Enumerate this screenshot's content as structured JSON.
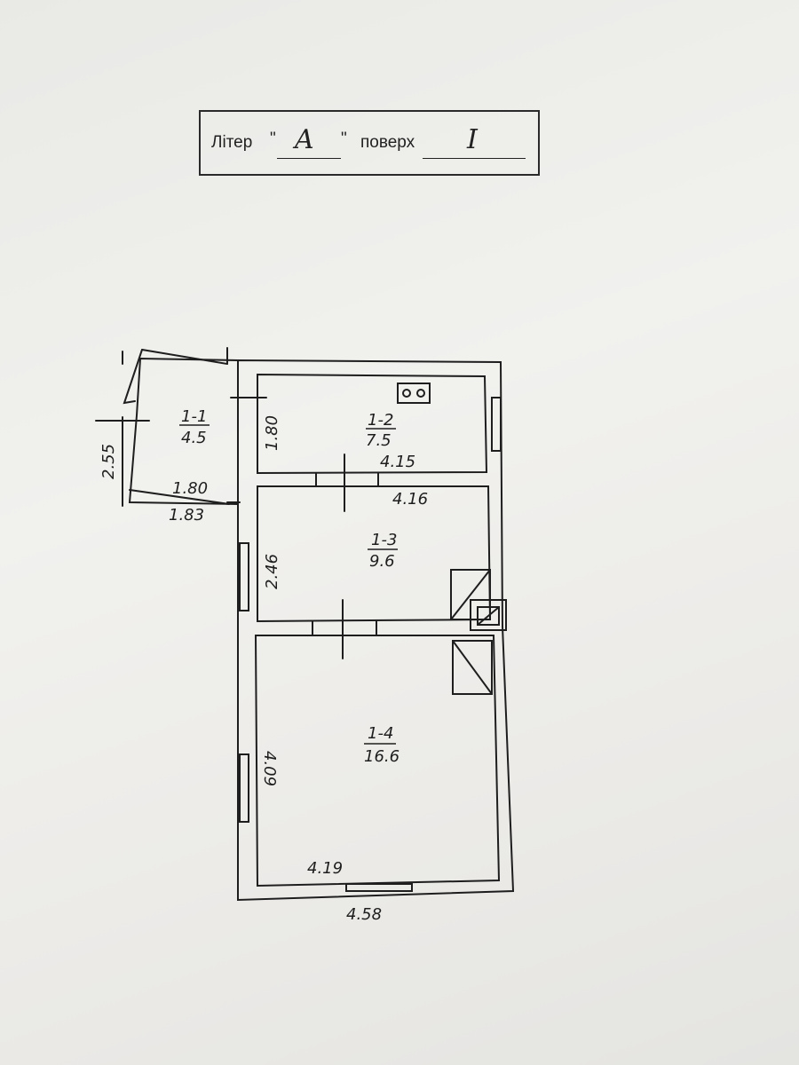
{
  "header": {
    "liter_label": "Літер",
    "quote_open": "\"",
    "liter_value": "A",
    "quote_close": "\"",
    "floor_label": "поверх",
    "floor_value": "I"
  },
  "rooms": [
    {
      "id": "1-1",
      "area": "4.5"
    },
    {
      "id": "1-2",
      "area": "7.5"
    },
    {
      "id": "1-3",
      "area": "9.6"
    },
    {
      "id": "1-4",
      "area": "16.6"
    }
  ],
  "dimensions": {
    "porch_height": "2.55",
    "porch_inner_width": "1.80",
    "porch_outer_width": "1.83",
    "room2_height": "1.80",
    "room2_width": "4.15",
    "room3_width": "4.16",
    "room3_height": "2.46",
    "room4_height": "4.09",
    "room4_width": "4.19",
    "overall_width": "4.58"
  }
}
